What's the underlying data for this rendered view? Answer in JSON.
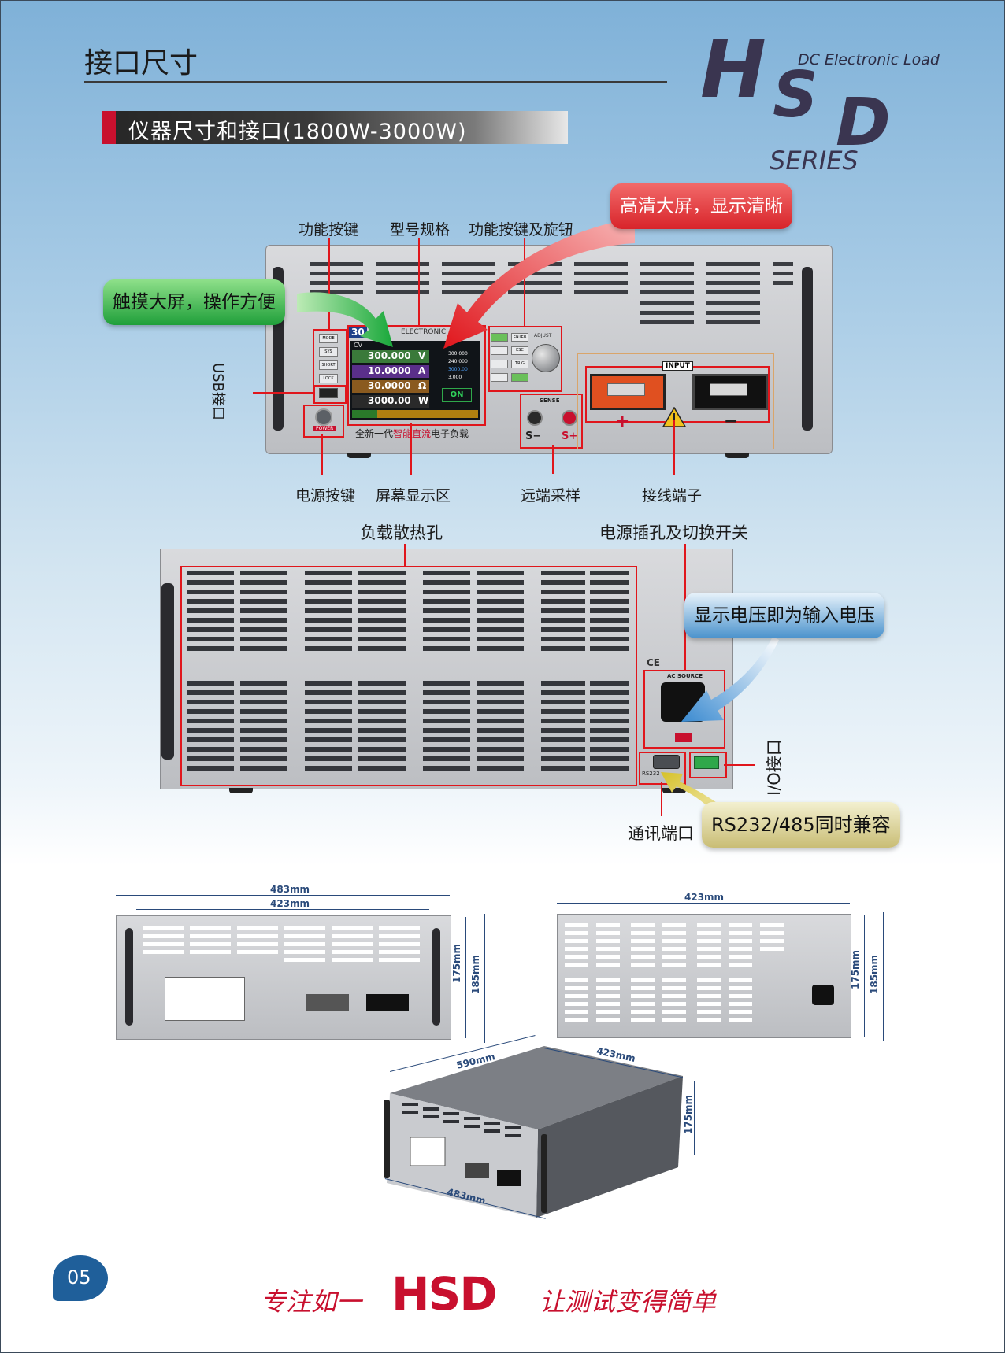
{
  "header": {
    "title": "接口尺寸",
    "section": "仪器尺寸和接口(1800W-3000W)"
  },
  "logo": {
    "letters": [
      "H",
      "S",
      "D"
    ],
    "sub": "DC Electronic Load",
    "series": "SERIES"
  },
  "bubbles": {
    "screen": "高清大屏，显示清晰",
    "touch": "触摸大屏，操作方便",
    "voltage": "显示电压即为输入电压",
    "rs": "RS232/485同时兼容"
  },
  "front_labels": {
    "func_keys": "功能按键",
    "model": "型号规格",
    "func_knob": "功能按键及旋钮",
    "usb": "USB接口",
    "power": "电源按键",
    "screen": "屏幕显示区",
    "sense": "远端采样",
    "terminal": "接线端子"
  },
  "front_panel": {
    "model_badge": "30",
    "brand": "ELECTRONIC",
    "mode": "CV",
    "readings": [
      {
        "value": "300.000",
        "unit": "V"
      },
      {
        "value": "10.0000",
        "unit": "A"
      },
      {
        "value": "30.0000",
        "unit": "Ω"
      },
      {
        "value": "3000.00",
        "unit": "W"
      }
    ],
    "status": "ON",
    "side_values": [
      "300.000",
      "240.000",
      "3000.00",
      "3.000"
    ],
    "keys_left": [
      "MODE",
      "SYS",
      "SHORT",
      "LOCK"
    ],
    "keys_right": [
      "ENTER",
      "ESC",
      "TRIG"
    ],
    "knob": "ADJUST",
    "power": "POWER",
    "sense": "SENSE",
    "sense_minus": "S−",
    "sense_plus": "S+",
    "input": "INPUT",
    "plus": "+",
    "minus": "−",
    "caption_a": "全新一代",
    "caption_b": "智能直流",
    "caption_c": "电子负载"
  },
  "rear_labels": {
    "vent": "负载散热孔",
    "ac": "电源插孔及切换开关",
    "io": "I/O接口",
    "comm": "通讯端口"
  },
  "rear_panel": {
    "ac_source": "AC SOURCE",
    "rs232": "RS232",
    "ce": "CE"
  },
  "dimensions": {
    "front_width_outer": "483mm",
    "front_width_inner": "423mm",
    "front_height_inner": "175mm",
    "front_height_outer": "185mm",
    "rear_width": "423mm",
    "rear_height_inner": "175mm",
    "rear_height_outer": "185mm",
    "iso_depth": "590mm",
    "iso_width": "423mm",
    "iso_height": "175mm",
    "iso_front": "483mm"
  },
  "footer": {
    "page": "05",
    "slogan_left": "专注如一",
    "brand": "HSD",
    "slogan_right": "让测试变得简单"
  },
  "colors": {
    "accent_red": "#e0161c",
    "brand_navy": "#3a3550",
    "page_badge": "#1f5f9a"
  }
}
